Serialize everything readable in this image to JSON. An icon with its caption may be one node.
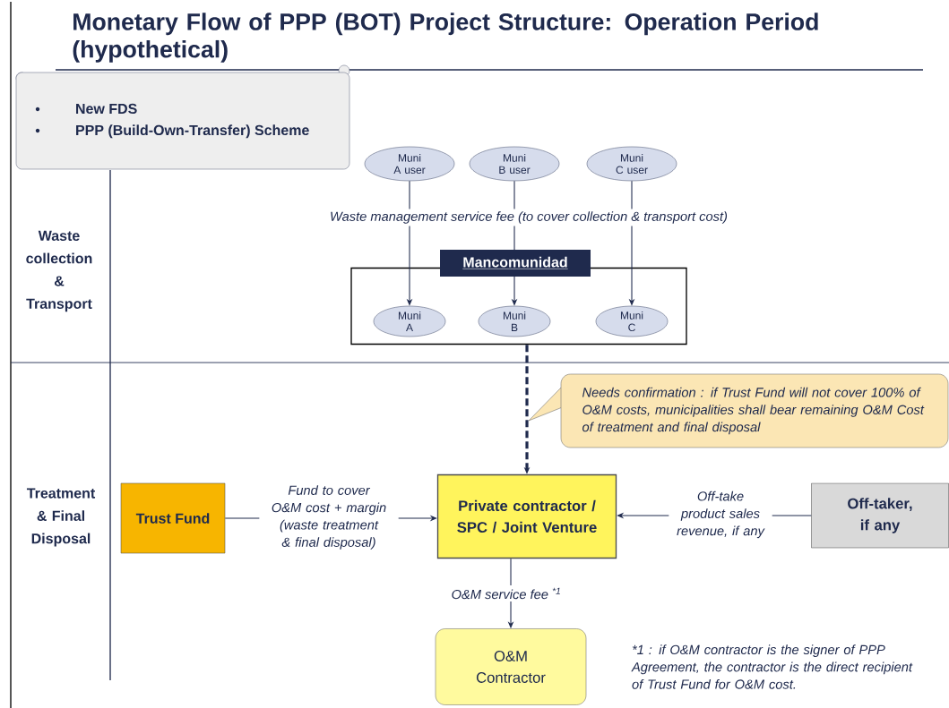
{
  "diagram": {
    "title": "Monetary Flow of PPP (BOT) Project Structure: Operation Period (hypothetical)",
    "nodes": [
      {
        "text": [
          "New FDS",
          "PPP (Build-Own-Transfer) Scheme"
        ]
      },
      {
        "text": [
          "Muni A user"
        ]
      },
      {
        "text": [
          "Muni B user"
        ]
      },
      {
        "text": [
          "Muni C user"
        ]
      },
      {
        "text": [
          "Mancomunidad"
        ]
      },
      {
        "text": [
          "Muni A"
        ],
        "in": 4
      },
      {
        "text": [
          "Muni B"
        ],
        "in": 4
      },
      {
        "text": [
          "Muni C"
        ],
        "in": 4
      },
      {
        "text": [
          "Trust Fund"
        ]
      },
      {
        "text": [
          "Private contractor / SPC / Joint Venture"
        ]
      },
      {
        "text": [
          "Off-taker, if any"
        ]
      },
      {
        "text": [
          "O&M Contractor"
        ]
      },
      {
        "text": [
          "Needs confirmation : if Trust Fund will not cover 100% of O&M costs, municipalities shall bear remaining O&M Cost of treatment and final disposal"
        ]
      }
    ],
    "edges": [
      {
        "from": 1,
        "to": 5,
        "arrow": "to"
      },
      {
        "from": 2,
        "to": 6,
        "arrow": "to",
        "label": "Waste management service fee (to cover collection & transport cost)"
      },
      {
        "from": 3,
        "to": 7,
        "arrow": "to"
      },
      {
        "from": 4,
        "to": 9,
        "arrow": "to",
        "style": "dashed"
      },
      {
        "from": 8,
        "to": 9,
        "arrow": "to",
        "label": "Fund to cover O&M cost + margin (waste treatment & final disposal)"
      },
      {
        "from": 10,
        "to": 9,
        "arrow": "to",
        "label": "Off-take product sales revenue, if any"
      },
      {
        "from": 9,
        "to": 11,
        "arrow": "to",
        "label": "O&M service fee $^{*1}$"
      }
    ],
    "labels": [
      "Waste collection & Transport",
      "Treatment & Final Disposal",
      "*1 : if O&M contractor is the signer of PPP Agreement, the contractor is the direct recipient of Trust Fund for O&M cost."
    ]
  }
}
